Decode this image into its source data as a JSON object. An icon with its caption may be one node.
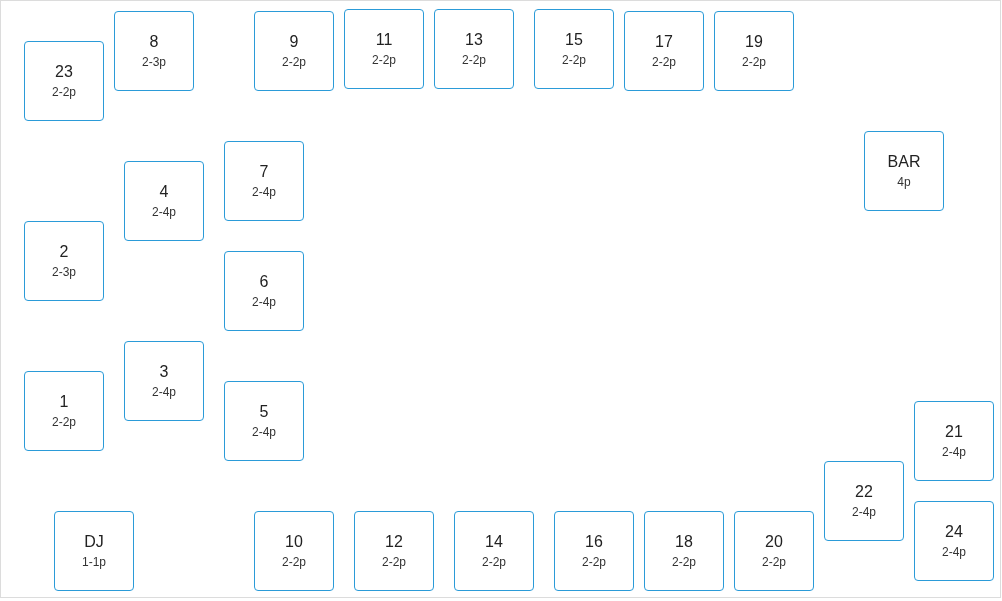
{
  "diagram": {
    "nodes": [
      {
        "text": [
          "23",
          "2-2p"
        ]
      },
      {
        "text": [
          "8",
          "2-3p"
        ]
      },
      {
        "text": [
          "9",
          "2-2p"
        ]
      },
      {
        "text": [
          "11",
          "2-2p"
        ]
      },
      {
        "text": [
          "13",
          "2-2p"
        ]
      },
      {
        "text": [
          "15",
          "2-2p"
        ]
      },
      {
        "text": [
          "17",
          "2-2p"
        ]
      },
      {
        "text": [
          "19",
          "2-2p"
        ]
      },
      {
        "text": [
          "7",
          "2-4p"
        ]
      },
      {
        "text": [
          "BAR",
          "4p"
        ]
      },
      {
        "text": [
          "4",
          "2-4p"
        ]
      },
      {
        "text": [
          "2",
          "2-3p"
        ]
      },
      {
        "text": [
          "6",
          "2-4p"
        ]
      },
      {
        "text": [
          "3",
          "2-4p"
        ]
      },
      {
        "text": [
          "1",
          "2-2p"
        ]
      },
      {
        "text": [
          "5",
          "2-4p"
        ]
      },
      {
        "text": [
          "21",
          "2-4p"
        ]
      },
      {
        "text": [
          "22",
          "2-4p"
        ]
      },
      {
        "text": [
          "24",
          "2-4p"
        ]
      },
      {
        "text": [
          "DJ",
          "1-1p"
        ]
      },
      {
        "text": [
          "10",
          "2-2p"
        ]
      },
      {
        "text": [
          "12",
          "2-2p"
        ]
      },
      {
        "text": [
          "14",
          "2-2p"
        ]
      },
      {
        "text": [
          "16",
          "2-2p"
        ]
      },
      {
        "text": [
          "18",
          "2-2p"
        ]
      },
      {
        "text": [
          "20",
          "2-2p"
        ]
      }
    ]
  }
}
